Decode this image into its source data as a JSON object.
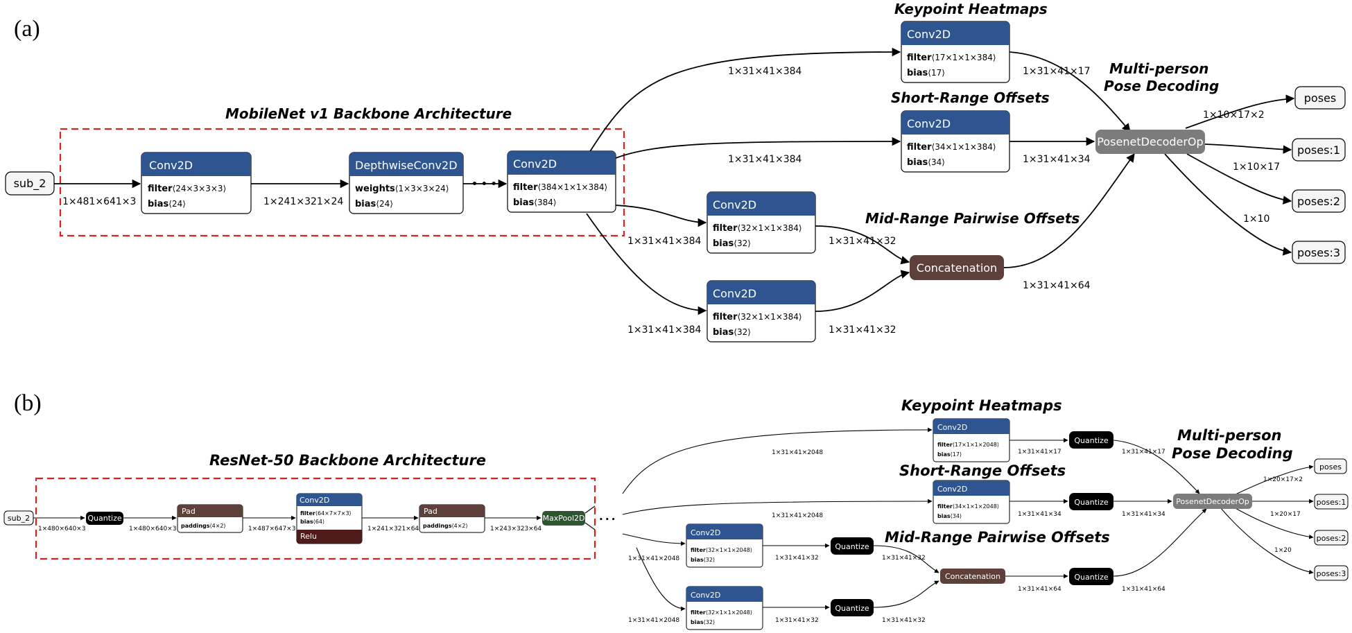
{
  "panel_a": {
    "label": "(a)",
    "backbone_title": "MobileNet v1 Backbone Architecture",
    "input": "sub_2",
    "shapes": {
      "input": "1×481×641×3",
      "after_conv1": "1×241×321×24",
      "to_kp": "1×31×41×384",
      "to_sr": "1×31×41×384",
      "to_mr1": "1×31×41×384",
      "to_mr2": "1×31×41×384",
      "kp_out": "1×31×41×17",
      "sr_out": "1×31×41×34",
      "mr1_out": "1×31×41×32",
      "mr2_out": "1×31×41×32",
      "concat_out": "1×31×41×64",
      "poses": "1×10×17×2",
      "poses1": "1×10×17",
      "poses2": "1×10"
    },
    "ellipsis": "• • •",
    "nodes": {
      "conv1": {
        "title": "Conv2D",
        "k1": "filter",
        "v1": "⟨24×3×3×3⟩",
        "k2": "bias",
        "v2": "⟨24⟩"
      },
      "dw": {
        "title": "DepthwiseConv2D",
        "k1": "weights",
        "v1": "⟨1×3×3×24⟩",
        "k2": "bias",
        "v2": "⟨24⟩"
      },
      "conv_last": {
        "title": "Conv2D",
        "k1": "filter",
        "v1": "⟨384×1×1×384⟩",
        "k2": "bias",
        "v2": "⟨384⟩"
      },
      "kp": {
        "title": "Conv2D",
        "k1": "filter",
        "v1": "⟨17×1×1×384⟩",
        "k2": "bias",
        "v2": "⟨17⟩"
      },
      "sr": {
        "title": "Conv2D",
        "k1": "filter",
        "v1": "⟨34×1×1×384⟩",
        "k2": "bias",
        "v2": "⟨34⟩"
      },
      "mr1": {
        "title": "Conv2D",
        "k1": "filter",
        "v1": "⟨32×1×1×384⟩",
        "k2": "bias",
        "v2": "⟨32⟩"
      },
      "mr2": {
        "title": "Conv2D",
        "k1": "filter",
        "v1": "⟨32×1×1×384⟩",
        "k2": "bias",
        "v2": "⟨32⟩"
      }
    },
    "concat": "Concatenation",
    "decoder": "PosenetDecoderOp",
    "outputs": [
      "poses",
      "poses:1",
      "poses:2",
      "poses:3"
    ],
    "headings": {
      "kp": "Keypoint Heatmaps",
      "sr": "Short-Range Offsets",
      "mr": "Mid-Range Pairwise Offsets",
      "decode1": "Multi-person",
      "decode2": "Pose Decoding"
    }
  },
  "panel_b": {
    "label": "(b)",
    "backbone_title": "ResNet-50 Backbone Architecture",
    "input": "sub_2",
    "quantize": "Quantize",
    "shapes": {
      "input": "1×480×640×3",
      "after_quant": "1×480×640×3",
      "after_pad1": "1×487×647×3",
      "after_conv": "1×241×321×64",
      "after_pad2": "1×243×323×64",
      "to_kp": "1×31×41×2048",
      "to_sr": "1×31×41×2048",
      "to_mr1": "1×31×41×2048",
      "to_mr2": "1×31×41×2048",
      "kp_mid": "1×31×41×17",
      "kp_out": "1×31×41×17",
      "sr_mid": "1×31×41×34",
      "sr_out": "1×31×41×34",
      "mr1_mid": "1×31×41×32",
      "mr1_out": "1×31×41×32",
      "mr2_mid": "1×31×41×32",
      "mr2_out": "1×31×41×32",
      "concat_mid": "1×31×41×64",
      "concat_out": "1×31×41×64",
      "poses": "1×20×17×2",
      "poses1": "1×20×17",
      "poses2": "1×20"
    },
    "ellipsis": "• • •",
    "pad1": {
      "title": "Pad",
      "k1": "paddings",
      "v1": "⟨4×2⟩"
    },
    "pad2": {
      "title": "Pad",
      "k1": "paddings",
      "v1": "⟨4×2⟩"
    },
    "conv": {
      "title": "Conv2D",
      "k1": "filter",
      "v1": "⟨64×7×7×3⟩",
      "k2": "bias",
      "v2": "⟨64⟩",
      "relu": "Relu"
    },
    "maxpool": "MaxPool2D",
    "nodes": {
      "kp": {
        "title": "Conv2D",
        "k1": "filter",
        "v1": "⟨17×1×1×2048⟩",
        "k2": "bias",
        "v2": "⟨17⟩"
      },
      "sr": {
        "title": "Conv2D",
        "k1": "filter",
        "v1": "⟨34×1×1×2048⟩",
        "k2": "bias",
        "v2": "⟨34⟩"
      },
      "mr1": {
        "title": "Conv2D",
        "k1": "filter",
        "v1": "⟨32×1×1×2048⟩",
        "k2": "bias",
        "v2": "⟨32⟩"
      },
      "mr2": {
        "title": "Conv2D",
        "k1": "filter",
        "v1": "⟨32×1×1×2048⟩",
        "k2": "bias",
        "v2": "⟨32⟩"
      }
    },
    "concat": "Concatenation",
    "decoder": "PosenetDecoderOp",
    "outputs": [
      "poses",
      "poses:1",
      "poses:2",
      "poses:3"
    ],
    "headings": {
      "kp": "Keypoint Heatmaps",
      "sr": "Short-Range Offsets",
      "mr": "Mid-Range Pairwise Offsets",
      "decode1": "Multi-person",
      "decode2": "Pose Decoding"
    }
  },
  "colors": {
    "conv_header": "#2e5590",
    "pad_header": "#5c4039",
    "relu": "#4e1a1a",
    "maxpool": "#2f5530",
    "concat": "#5c4039",
    "decoder": "#7c7c7c",
    "quantize": "#000000",
    "dashed_box": "#e02020"
  }
}
